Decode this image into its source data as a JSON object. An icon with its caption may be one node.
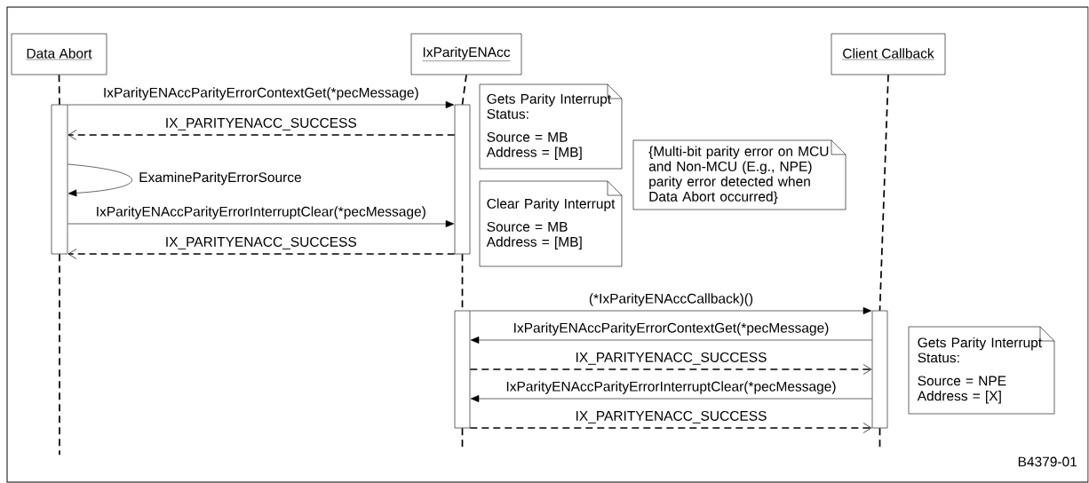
{
  "diagram": {
    "nodes": [
      {
        "text": [
          "Data Abort"
        ]
      },
      {
        "text": [
          "IxParityENAcc"
        ]
      },
      {
        "text": [
          "Client Callback"
        ]
      },
      {
        "text": [],
        "shape": "bar"
      },
      {
        "text": [],
        "shape": "bar"
      },
      {
        "text": [],
        "shape": "bar"
      },
      {
        "text": [],
        "shape": "bar"
      },
      {
        "text": [
          "Gets Parity Interrupt Status:",
          "Source = MB Address = [MB]"
        ]
      },
      {
        "text": [
          "Clear Parity Interrupt",
          "Source = MB Address = [MB]"
        ]
      },
      {
        "text": [
          "{Multi-bit parity error on MCU and Non-MCU (E.g., NPE) parity error detected when Data Abort occurred}"
        ]
      },
      {
        "text": [
          "Gets Parity Interrupt Status:",
          "Source = NPE Address = [X]"
        ]
      }
    ],
    "edges": [
      {
        "from": 0,
        "to": 3,
        "arrow": "none",
        "style": "dashed"
      },
      {
        "from": 1,
        "to": 4,
        "arrow": "none",
        "style": "dashed"
      },
      {
        "from": 4,
        "to": 5,
        "arrow": "none",
        "style": "dashed"
      },
      {
        "from": 2,
        "to": 6,
        "arrow": "none",
        "style": "dashed"
      },
      {
        "from": 3,
        "to": 4,
        "arrow": "to",
        "label": "IxParityENAccParityErrorContextGet(*pecMessage)"
      },
      {
        "from": 4,
        "to": 3,
        "arrow": "to",
        "style": "dashed",
        "label": "IX_PARITYENACC_SUCCESS"
      },
      {
        "from": 3,
        "to": 3,
        "arrow": "to",
        "label": "ExamineParityErrorSource"
      },
      {
        "from": 3,
        "to": 4,
        "arrow": "to",
        "label": "IxParityENAccParityErrorInterruptClear(*pecMessage)"
      },
      {
        "from": 4,
        "to": 3,
        "arrow": "to",
        "style": "dashed",
        "label": "IX_PARITYENACC_SUCCESS"
      },
      {
        "from": 5,
        "to": 6,
        "arrow": "to",
        "label": "(*IxParityENAccCallback)()"
      },
      {
        "from": 6,
        "to": 5,
        "arrow": "to",
        "label": "IxParityENAccParityErrorContextGet(*pecMessage)"
      },
      {
        "from": 5,
        "to": 6,
        "arrow": "to",
        "style": "dashed",
        "label": "IX_PARITYENACC_SUCCESS"
      },
      {
        "from": 6,
        "to": 5,
        "arrow": "to",
        "label": "IxParityENAccParityErrorInterruptClear(*pecMessage)"
      },
      {
        "from": 5,
        "to": 6,
        "arrow": "to",
        "style": "dashed",
        "label": "IX_PARITYENACC_SUCCESS"
      }
    ],
    "labels": [
      "B4379-01"
    ]
  }
}
